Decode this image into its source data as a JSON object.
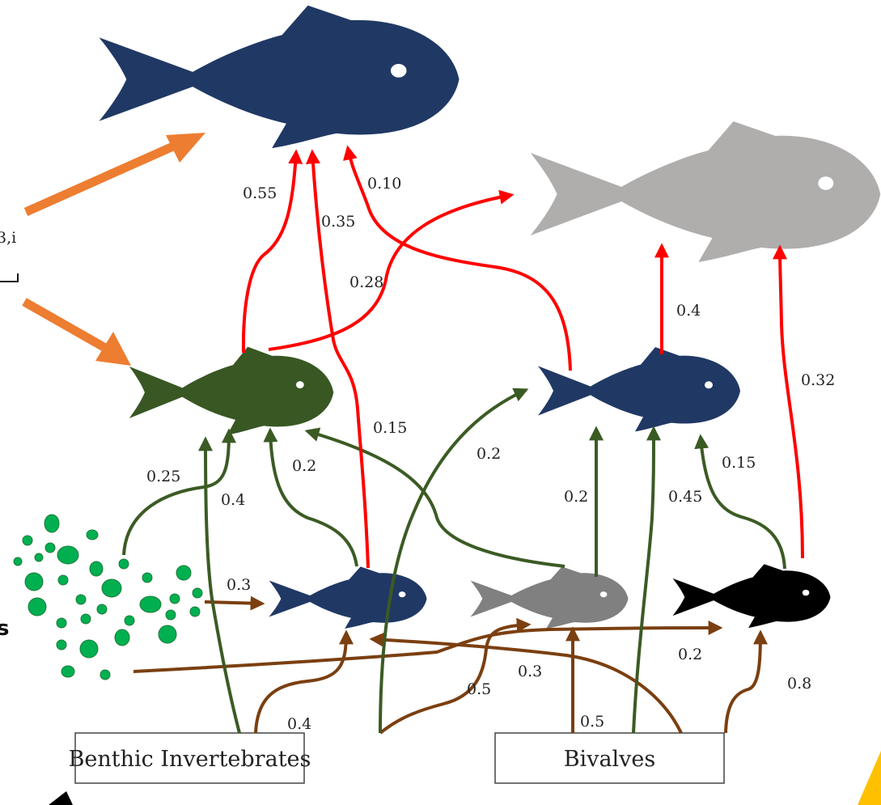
{
  "colors": {
    "top_fish": "#203864",
    "grey_top_fish": "#b0adad",
    "green_fish": "#385723",
    "mid_fish": "#203864",
    "small_blue_fish": "#203864",
    "small_grey_fish": "#808080",
    "small_black_fish": "#000000",
    "phytoplankton": "#00b050",
    "red_flow": "#ff0000",
    "green_flow": "#3b5b24",
    "brown_flow": "#7b3f10",
    "orange_arrow": "#ed7d31",
    "gold_corner": "#ffc000"
  },
  "diagram": {
    "sources": {
      "benthic": "Benthic Invertebrates",
      "bivalves": "Bivalves"
    },
    "cut_text": {
      "upper": "3,i",
      "lower": "s"
    },
    "flow_labels": {
      "red_055": "0.55",
      "red_035": "0.35",
      "red_010": "0.10",
      "red_028": "0.28",
      "red_04": "0.4",
      "red_032": "0.32",
      "green_025": "0.25",
      "green_04": "0.4",
      "green_02_a": "0.2",
      "green_015_a": "0.15",
      "green_02_b": "0.2",
      "green_02_c": "0.2",
      "green_045": "0.45",
      "green_015_b": "0.15",
      "brown_03_a": "0.3",
      "brown_04": "0.4",
      "brown_05_a": "0.5",
      "brown_03_b": "0.3",
      "brown_05_b": "0.5",
      "brown_02": "0.2",
      "brown_08": "0.8"
    }
  }
}
